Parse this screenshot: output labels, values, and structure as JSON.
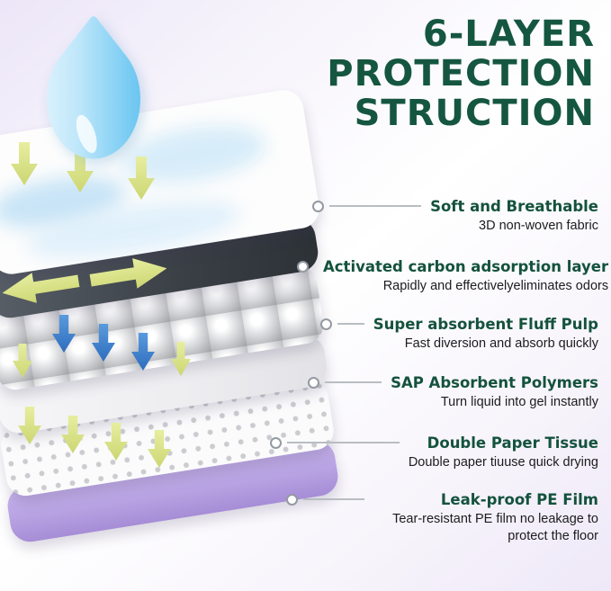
{
  "title": {
    "lines": [
      "6-LAYER",
      "PROTECTION",
      "STRUCTION"
    ]
  },
  "callouts": [
    {
      "title": "Soft and Breathable",
      "desc": "3D non-woven fabric"
    },
    {
      "title": "Activated carbon adsorption layer",
      "desc": "Rapidly and effectivelyeliminates odors"
    },
    {
      "title": "Super absorbent Fluff Pulp",
      "desc": "Fast diversion and absorb quickly"
    },
    {
      "title": "SAP Absorbent Polymers",
      "desc": "Turn liquid into gel instantly"
    },
    {
      "title": "Double Paper Tissue",
      "desc": "Double paper tiuuse quick drying"
    },
    {
      "title": "Leak-proof PE Film",
      "desc": "Tear-resistant PE film no leakage to protect the floor"
    }
  ],
  "colors": {
    "accent_green": "#155640",
    "arrow_yellow": "#dde58d",
    "arrow_blue": "#2e6cbe",
    "carbon_dark": "#3c4147",
    "pe_film_purple": "#b8a2e2",
    "drop_blue": "#7ccdf3",
    "background_lavender": "#ece6f8"
  }
}
